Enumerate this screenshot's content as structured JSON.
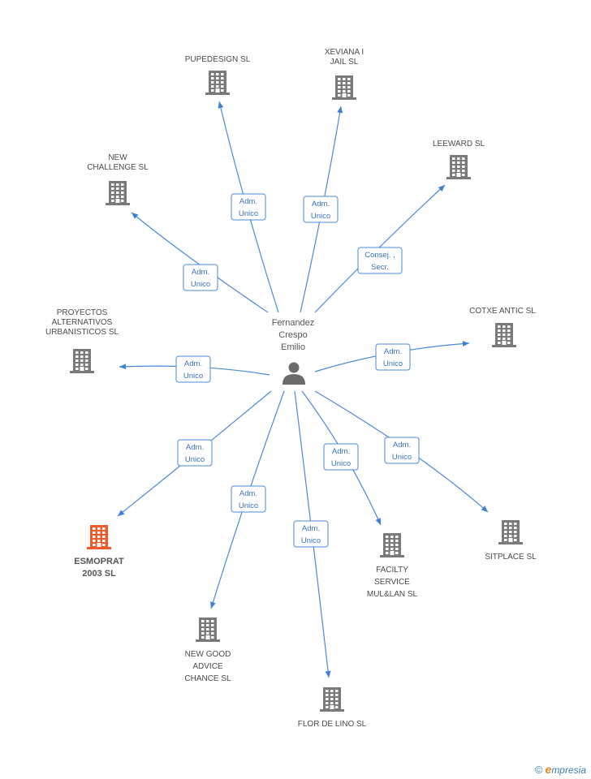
{
  "center": {
    "name_lines": [
      "Fernandez",
      "Crespo",
      "Emilio"
    ],
    "icon": "person-icon"
  },
  "nodes": [
    {
      "id": "pupedesign",
      "label_lines": [
        "PUPEDESIGN  SL"
      ],
      "role_lines": [
        "Adm.",
        "Unico"
      ],
      "highlight": false
    },
    {
      "id": "xeviana",
      "label_lines": [
        "XEVIANA I",
        "JAIL SL"
      ],
      "role_lines": [
        "Adm.",
        "Unico"
      ],
      "highlight": false
    },
    {
      "id": "leeward",
      "label_lines": [
        "LEEWARD SL"
      ],
      "role_lines": [
        "Consej. ,",
        "Secr."
      ],
      "highlight": false
    },
    {
      "id": "new-challenge",
      "label_lines": [
        "NEW",
        "CHALLENGE SL"
      ],
      "role_lines": [
        "Adm.",
        "Unico"
      ],
      "highlight": false
    },
    {
      "id": "cotxe-antic",
      "label_lines": [
        "COTXE ANTIC SL"
      ],
      "role_lines": [
        "Adm.",
        "Unico"
      ],
      "highlight": false
    },
    {
      "id": "proyectos",
      "label_lines": [
        "PROYECTOS",
        "ALTERNATIVOS",
        "URBANISTICOS SL"
      ],
      "role_lines": [
        "Adm.",
        "Unico"
      ],
      "highlight": false
    },
    {
      "id": "esmoprat",
      "label_lines": [
        "ESMOPRAT",
        "2003 SL"
      ],
      "role_lines": [
        "Adm.",
        "Unico"
      ],
      "highlight": true
    },
    {
      "id": "new-good-advice",
      "label_lines": [
        "NEW GOOD",
        "ADVICE",
        "CHANCE SL"
      ],
      "role_lines": [
        "Adm.",
        "Unico"
      ],
      "highlight": false
    },
    {
      "id": "flor-de-lino",
      "label_lines": [
        "FLOR DE LINO SL"
      ],
      "role_lines": [
        "Adm.",
        "Unico"
      ],
      "highlight": false
    },
    {
      "id": "facilty",
      "label_lines": [
        "FACILTY",
        "SERVICE",
        "MUL&LAN  SL"
      ],
      "role_lines": [
        "Adm.",
        "Unico"
      ],
      "highlight": false
    },
    {
      "id": "sitplace",
      "label_lines": [
        "SITPLACE  SL"
      ],
      "role_lines": [
        "Adm.",
        "Unico"
      ],
      "highlight": false
    }
  ],
  "colors": {
    "edge": "#4a8ad8",
    "building": "#7a7a7a",
    "building_highlight": "#f05a2a",
    "person": "#6b6b6b"
  },
  "footer": {
    "copyright_symbol": "©",
    "brand_initial": "e",
    "brand_rest": "mpresia"
  }
}
